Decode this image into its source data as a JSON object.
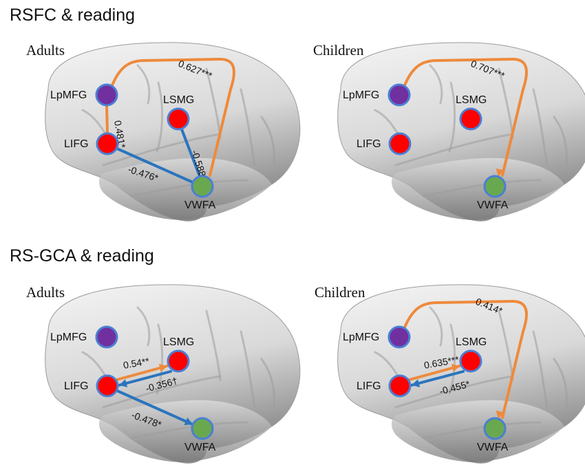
{
  "sections": [
    {
      "title": "RSFC & reading"
    },
    {
      "title": "RS-GCA & reading"
    }
  ],
  "colors": {
    "positive": "#ee8a3c",
    "negative": "#2a74be",
    "lpmfg": "#7030a0",
    "lifg": "#ff0000",
    "lsmg": "#ff0000",
    "vwfa": "#6aa84f",
    "node_border": "#4a7fd4"
  },
  "nodes": [
    "LpMFG",
    "LIFG",
    "LSMG",
    "VWFA"
  ],
  "panels": [
    {
      "group": "Adults",
      "edges": [
        {
          "from": "LpMFG",
          "to": "LIFG",
          "label": "0.481*",
          "sign": "positive",
          "directed": false
        },
        {
          "from": "LpMFG",
          "to": "VWFA",
          "label": "0.627***",
          "sign": "positive",
          "directed": false
        },
        {
          "from": "LSMG",
          "to": "VWFA",
          "label": "-0.588**",
          "sign": "negative",
          "directed": false
        },
        {
          "from": "LIFG",
          "to": "VWFA",
          "label": "-0.476*",
          "sign": "negative",
          "directed": false
        }
      ]
    },
    {
      "group": "Children",
      "edges": [
        {
          "from": "LpMFG",
          "to": "VWFA",
          "label": "0.707***",
          "sign": "positive",
          "directed": true
        }
      ]
    },
    {
      "group": "Adults",
      "edges": [
        {
          "from": "LIFG",
          "to": "LSMG",
          "label": "0.54**",
          "sign": "positive",
          "directed": true
        },
        {
          "from": "LSMG",
          "to": "LIFG",
          "label": "-0.356†",
          "sign": "negative",
          "directed": true
        },
        {
          "from": "LIFG",
          "to": "VWFA",
          "label": "-0.478*",
          "sign": "negative",
          "directed": true
        }
      ]
    },
    {
      "group": "Children",
      "edges": [
        {
          "from": "LIFG",
          "to": "LSMG",
          "label": "0.635***",
          "sign": "positive",
          "directed": true
        },
        {
          "from": "LSMG",
          "to": "LIFG",
          "label": "-0.455*",
          "sign": "negative",
          "directed": true
        },
        {
          "from": "LpMFG",
          "to": "VWFA",
          "label": "0.414*",
          "sign": "positive",
          "directed": true
        }
      ]
    }
  ]
}
